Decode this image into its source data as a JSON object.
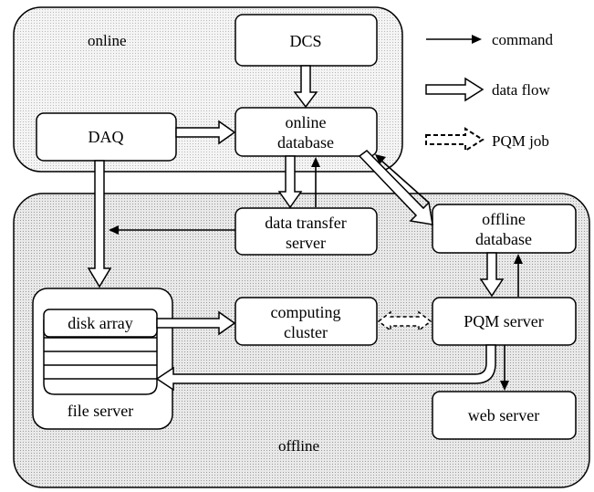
{
  "regions": {
    "online": "online",
    "offline": "offline"
  },
  "nodes": {
    "dcs": "DCS",
    "daq": "DAQ",
    "online_database": [
      "online",
      "database"
    ],
    "data_transfer_server": [
      "data transfer",
      "server"
    ],
    "offline_database": [
      "offline",
      "database"
    ],
    "computing_cluster": [
      "computing",
      "cluster"
    ],
    "pqm_server": "PQM server",
    "web_server": "web server",
    "disk_array": "disk array",
    "file_server": "file server"
  },
  "legend": {
    "command": "command",
    "data_flow": "data flow",
    "pqm_job": "PQM job"
  },
  "colors": {
    "online_region_fill": "#f1f1f1",
    "offline_region_fill": "#e6e6e6",
    "box_fill": "#ffffff",
    "stroke": "#000000"
  }
}
